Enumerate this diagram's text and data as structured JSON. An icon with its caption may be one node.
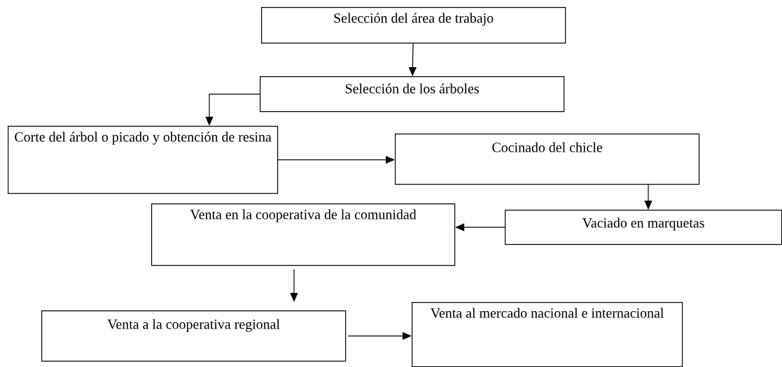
{
  "diagram": {
    "nodes": [
      {
        "text": [
          "Selección del área de trabajo"
        ]
      },
      {
        "text": [
          "Selección de los árboles"
        ]
      },
      {
        "text": [
          "Corte del árbol o picado y obtención de resina"
        ]
      },
      {
        "text": [
          "Cocinado del chicle"
        ]
      },
      {
        "text": [
          "Vaciado en marquetas"
        ]
      },
      {
        "text": [
          "Venta en la cooperativa de la comunidad"
        ]
      },
      {
        "text": [
          "Venta a la cooperativa regional"
        ]
      },
      {
        "text": [
          "Venta al mercado nacional e internacional"
        ]
      }
    ],
    "edges": [
      {
        "from": 0,
        "to": 1,
        "arrow": "to"
      },
      {
        "from": 1,
        "to": 2,
        "arrow": "to"
      },
      {
        "from": 2,
        "to": 3,
        "arrow": "to"
      },
      {
        "from": 3,
        "to": 4,
        "arrow": "to"
      },
      {
        "from": 4,
        "to": 5,
        "arrow": "to"
      },
      {
        "from": 5,
        "to": 6,
        "arrow": "to"
      },
      {
        "from": 6,
        "to": 7,
        "arrow": "to"
      }
    ]
  }
}
